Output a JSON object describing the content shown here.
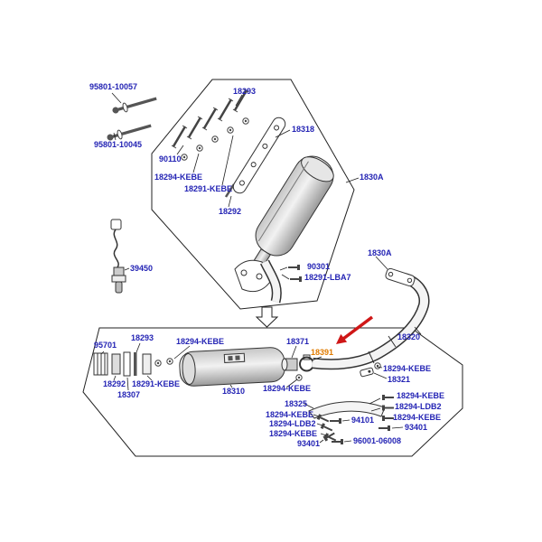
{
  "colors": {
    "label-color": "#2323b4",
    "highlight-color": "#e07b00",
    "arrow-color": "#cf1717",
    "line-color": "#222222"
  },
  "highlight": {
    "part_number": "18391"
  },
  "labels": {
    "upper": [
      "95801-10057",
      "95801-10045",
      "90110",
      "18294-KEBE",
      "18291-KEBE",
      "18293",
      "18318",
      "18292",
      "1830A"
    ],
    "mid": [
      "39450",
      "90301",
      "18291-LBA7",
      "1830A"
    ],
    "lower": [
      "18320",
      "95701",
      "18293",
      "18294-KEBE",
      "18371",
      "18391",
      "18294-KEBE",
      "18321",
      "18292",
      "18291-KEBE",
      "18307",
      "18310",
      "18294-KEBE",
      "18325",
      "18294-KEBE",
      "18294-LDB2",
      "18294-KEBE",
      "18294-KEBE",
      "18294-LDB2",
      "18294-KEBE",
      "94101",
      "93401",
      "96001-06008",
      "93401"
    ]
  }
}
